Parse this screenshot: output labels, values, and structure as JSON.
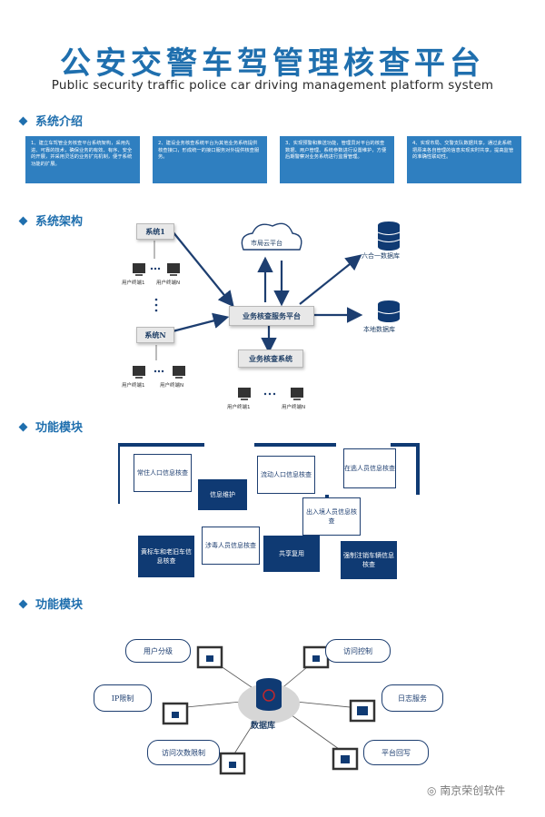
{
  "title": "公安交警车驾管理核查平台",
  "subtitle": "Public security traffic police car driving management platform system",
  "sections": {
    "intro": "系统介绍",
    "arch": "系统架构",
    "modules1": "功能模块",
    "modules2": "功能模块"
  },
  "intro_cards": [
    "1、建立车驾管业务核查平台系统架构，采用先进、可靠的技术，确保业务的有效、有序、安全的开展，并采用灵活的业务扩充机制，便于系统功能的扩展。",
    "2、建设业务核查系统平台为其他业务系统提供核查接口，形成统一的接口服务对外提供核查服务。",
    "3、实现预警和推送功能，管理员对平台的核查数据、用户管理、系统参数进行设置维护，方便后期警察对业务系统进行监督管理。",
    "4、实现市局、交警支队数据共享，通过此系统把原来各自管理的信息实现实时共享，提高监管的准确性联动性。"
  ],
  "architecture": {
    "system1": "系统1",
    "systemN": "系统N",
    "terminal1": "用户终端1",
    "terminalN": "用户终端N",
    "cloud": "市局云平台",
    "db_six": "六合一数据库",
    "db_local": "本地数据库",
    "service_platform": "业务核查服务平台",
    "check_system": "业务核查系统"
  },
  "modules": [
    "常住人口信息核查",
    "信息维护",
    "流动人口信息核查",
    "在逃人员信息核查",
    "出入境人员信息核查",
    "涉毒人员信息核查",
    "黄标车和老旧车信息核查",
    "共享复用",
    "强制注销车辆信息核查"
  ],
  "functions": {
    "center": "数据库",
    "user_level": "用户分级",
    "access_control": "访问控制",
    "ip_limit": "IP限制",
    "log_service": "日志服务",
    "visit_limit": "访问次数限制",
    "platform_reply": "平台回写"
  },
  "watermark": "南京荣创软件",
  "colors": {
    "accent": "#1f6fae",
    "card": "#2f7fc0",
    "navy": "#0f3a73"
  }
}
